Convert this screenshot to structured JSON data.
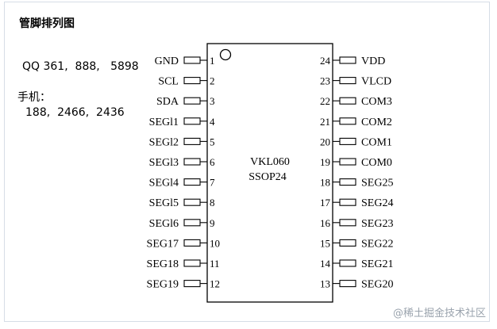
{
  "title": "管脚排列图",
  "contact": {
    "qq": "QQ 361,  888,   5898",
    "phone_label": "手机：",
    "phone_numbers": "188,  2466,  2436"
  },
  "chip": {
    "name": "VKL060",
    "package": "SSOP24",
    "left_pins": [
      {
        "number": "1",
        "label": "GND"
      },
      {
        "number": "2",
        "label": "SCL"
      },
      {
        "number": "3",
        "label": "SDA"
      },
      {
        "number": "4",
        "label": "SEGl1"
      },
      {
        "number": "5",
        "label": "SEGl2"
      },
      {
        "number": "6",
        "label": "SEGl3"
      },
      {
        "number": "7",
        "label": "SEGl4"
      },
      {
        "number": "8",
        "label": "SEGl5"
      },
      {
        "number": "9",
        "label": "SEGl6"
      },
      {
        "number": "10",
        "label": "SEG17"
      },
      {
        "number": "11",
        "label": "SEG18"
      },
      {
        "number": "12",
        "label": "SEG19"
      }
    ],
    "right_pins": [
      {
        "number": "24",
        "label": "VDD"
      },
      {
        "number": "23",
        "label": "VLCD"
      },
      {
        "number": "22",
        "label": "COM3"
      },
      {
        "number": "21",
        "label": "COM2"
      },
      {
        "number": "20",
        "label": "COM1"
      },
      {
        "number": "19",
        "label": "COM0"
      },
      {
        "number": "18",
        "label": "SEG25"
      },
      {
        "number": "17",
        "label": "SEG24"
      },
      {
        "number": "16",
        "label": "SEG23"
      },
      {
        "number": "15",
        "label": "SEG22"
      },
      {
        "number": "14",
        "label": "SEG21"
      },
      {
        "number": "13",
        "label": "SEG20"
      }
    ]
  },
  "watermark": "@稀土掘金技术社区"
}
